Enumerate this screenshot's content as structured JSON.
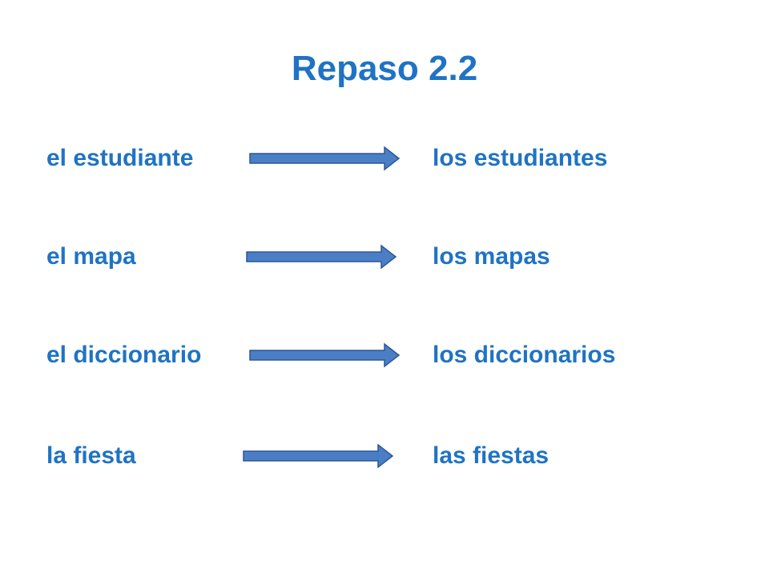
{
  "slide": {
    "title": "Repaso 2.2",
    "rows": [
      {
        "singular": "el estudiante",
        "plural": "los estudiantes"
      },
      {
        "singular": "el mapa",
        "plural": "los mapas"
      },
      {
        "singular": "el diccionario",
        "plural": "los diccionarios"
      },
      {
        "singular": "la fiesta",
        "plural": "las fiestas"
      }
    ]
  },
  "colors": {
    "text": "#1f73c4",
    "arrow_fill": "#4a7fc5",
    "arrow_stroke": "#2f5597"
  },
  "icons": {
    "arrow": "right-arrow-icon"
  }
}
